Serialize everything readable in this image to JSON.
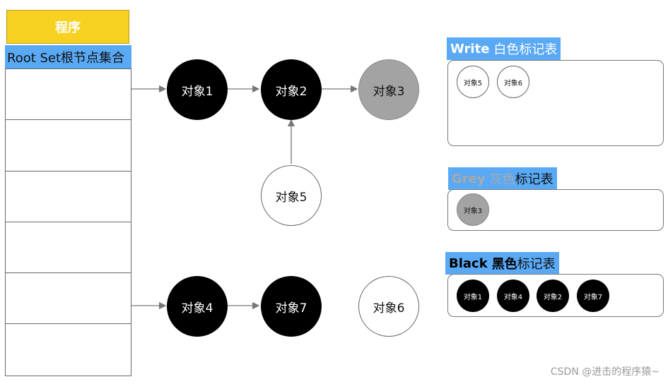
{
  "program_label": "程序",
  "root_set_label": "Root Set根节点集合",
  "nodes": {
    "obj1": "对象1",
    "obj2": "对象2",
    "obj3": "对象3",
    "obj4": "对象4",
    "obj5": "对象5",
    "obj6": "对象6",
    "obj7": "对象7"
  },
  "node_colors": {
    "black": "#000000",
    "grey": "#a3a3a3",
    "white": "#ffffff",
    "title_blue": "#5aa9f5",
    "program_yellow": "#f6d121"
  },
  "panels": {
    "white": {
      "title_en": "Write",
      "title_cn": "白色标记表",
      "items": [
        "对象5",
        "对象6"
      ]
    },
    "grey": {
      "title_en": "Grey",
      "title_cn_colored": "灰色",
      "title_cn": "标记表",
      "items": [
        "对象3"
      ]
    },
    "black": {
      "title_en": "Black",
      "title_cn_bold": "黑色",
      "title_cn": "标记表",
      "items": [
        "对象1",
        "对象4",
        "对象2",
        "对象7"
      ]
    }
  },
  "watermark": "CSDN @进击的程序猿~"
}
